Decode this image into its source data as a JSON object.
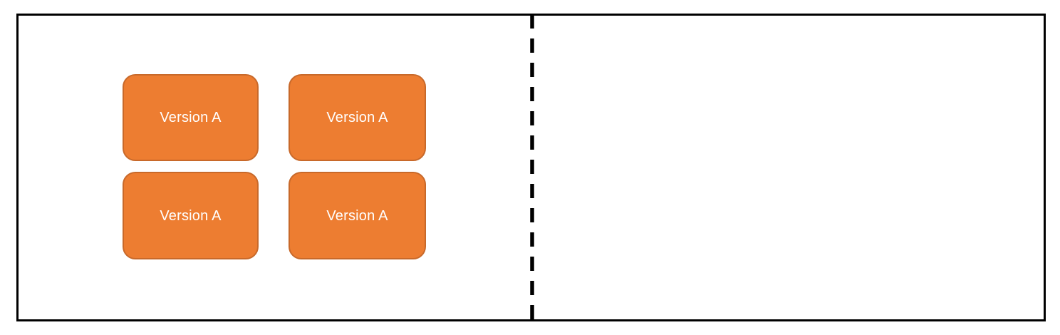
{
  "diagram": {
    "boxes": [
      {
        "label": "Version A"
      },
      {
        "label": "Version A"
      },
      {
        "label": "Version A"
      },
      {
        "label": "Version A"
      }
    ],
    "colors": {
      "box_fill": "#ED7D31",
      "box_border": "#C8692A",
      "box_text": "#FFFFFF",
      "frame_border": "#000000",
      "divider": "#000000"
    }
  }
}
